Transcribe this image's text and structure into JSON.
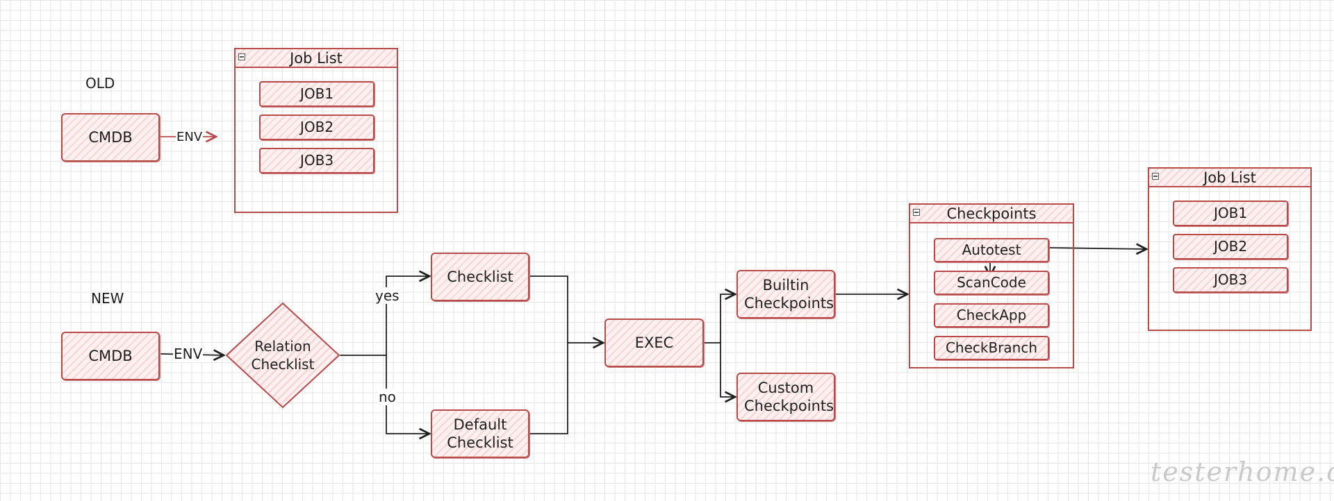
{
  "old": {
    "heading": "OLD",
    "cmdb": "CMDB",
    "env_label": "ENV",
    "job_list": {
      "title": "Job List",
      "jobs": [
        "JOB1",
        "JOB2",
        "JOB3"
      ]
    }
  },
  "new": {
    "heading": "NEW",
    "cmdb": "CMDB",
    "env_label": "ENV",
    "relation": "Relation Checklist",
    "yes_label": "yes",
    "no_label": "no",
    "checklist": "Checklist",
    "default_checklist": "Default Checklist",
    "exec": "EXEC",
    "builtin": "Builtin Checkpoints",
    "custom": "Custom Checkpoints",
    "checkpoints": {
      "title": "Checkpoints",
      "items": [
        "Autotest",
        "ScanCode",
        "CheckApp",
        "CheckBranch"
      ]
    },
    "job_list": {
      "title": "Job List",
      "jobs": [
        "JOB1",
        "JOB2",
        "JOB3"
      ]
    }
  },
  "watermark": "testerhome.com",
  "colors": {
    "stroke": "#b84a4a",
    "fill": "#f6d5d5",
    "grid": "#e6e6e6",
    "arrow": "#1e1e1e"
  }
}
